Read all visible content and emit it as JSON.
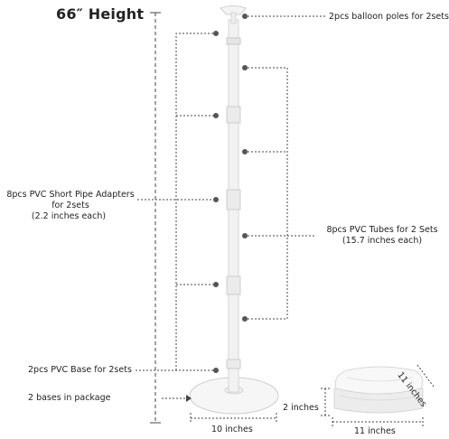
{
  "title": "66″ Height",
  "labels": {
    "balloon_poles": "2pcs balloon poles for 2sets",
    "adapters_line1": "8pcs PVC Short Pipe Adapters",
    "adapters_line2": "for 2sets",
    "adapters_line3": "(2.2 inches each)",
    "tubes_line1": "8pcs PVC Tubes for 2 Sets",
    "tubes_line2": "(15.7 inches each)",
    "base": "2pcs PVC Base for 2sets",
    "bases_package": "2 bases in package",
    "base_width": "10 inches",
    "pkg_height": "2 inches",
    "pkg_width": "11 inches",
    "pkg_depth": "11 inches"
  },
  "colors": {
    "pole": "#f1f1f1",
    "outline": "#c9c9c9",
    "dot": "#555555",
    "dash": "#444444"
  }
}
